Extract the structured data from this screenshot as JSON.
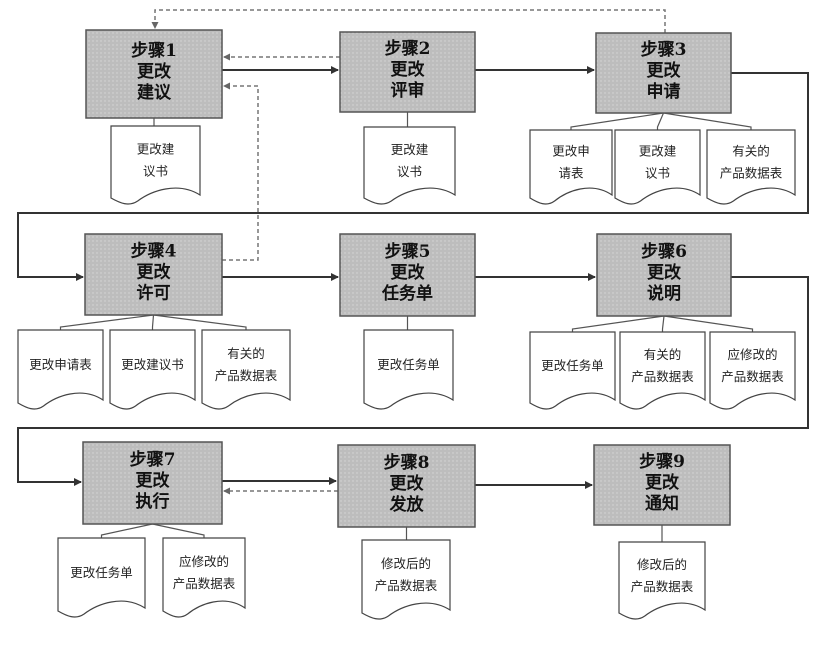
{
  "steps": [
    {
      "lines": [
        "步骤1",
        "更改",
        "建议"
      ],
      "docs": [
        [
          "更改建",
          "议书"
        ]
      ]
    },
    {
      "lines": [
        "步骤2",
        "更改",
        "评审"
      ],
      "docs": [
        [
          "更改建",
          "议书"
        ]
      ]
    },
    {
      "lines": [
        "步骤3",
        "更改",
        "申请"
      ],
      "docs": [
        [
          "更改申",
          "请表"
        ],
        [
          "更改建",
          "议书"
        ],
        [
          "有关的",
          "产品数据表"
        ]
      ]
    },
    {
      "lines": [
        "步骤4",
        "更改",
        "许可"
      ],
      "docs": [
        [
          "更改申请表"
        ],
        [
          "更改建议书"
        ],
        [
          "有关的",
          "产品数据表"
        ]
      ]
    },
    {
      "lines": [
        "步骤5",
        "更改",
        "任务单"
      ],
      "docs": [
        [
          "更改任务单"
        ]
      ]
    },
    {
      "lines": [
        "步骤6",
        "更改",
        "说明"
      ],
      "docs": [
        [
          "更改任务单"
        ],
        [
          "有关的",
          "产品数据表"
        ],
        [
          "应修改的",
          "产品数据表"
        ]
      ]
    },
    {
      "lines": [
        "步骤7",
        "更改",
        "执行"
      ],
      "docs": [
        [
          "更改任务单"
        ],
        [
          "应修改的",
          "产品数据表"
        ]
      ]
    },
    {
      "lines": [
        "步骤8",
        "更改",
        "发放"
      ],
      "docs": [
        [
          "修改后的",
          "产品数据表"
        ]
      ]
    },
    {
      "lines": [
        "步骤9",
        "更改",
        "通知"
      ],
      "docs": [
        [
          "修改后的",
          "产品数据表"
        ]
      ]
    }
  ]
}
